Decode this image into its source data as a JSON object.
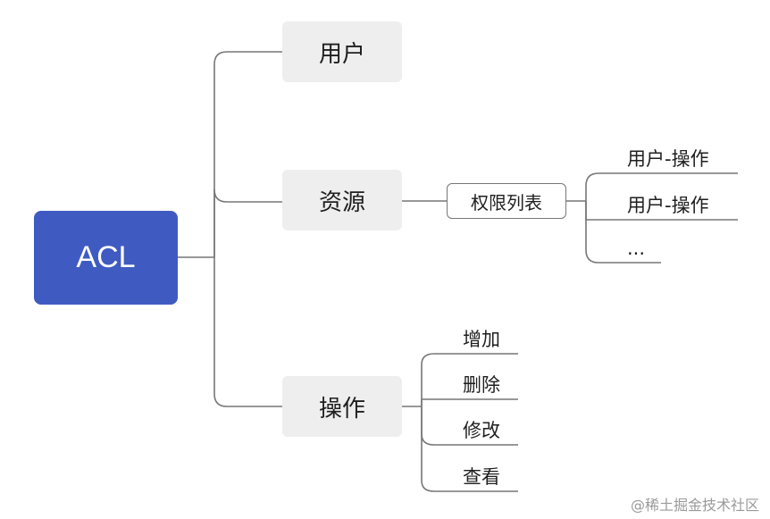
{
  "root": {
    "label": "ACL"
  },
  "branches": {
    "user": "用户",
    "resource": "资源",
    "operation": "操作"
  },
  "permission_list": {
    "label": "权限列表",
    "items": [
      "用户-操作",
      "用户-操作",
      "..."
    ]
  },
  "operations": [
    "增加",
    "删除",
    "修改",
    "查看"
  ],
  "watermark": "@稀土掘金技术社区",
  "colors": {
    "root_fill": "#3f5bc2",
    "node_fill": "#eeeeee",
    "line": "#777777"
  }
}
